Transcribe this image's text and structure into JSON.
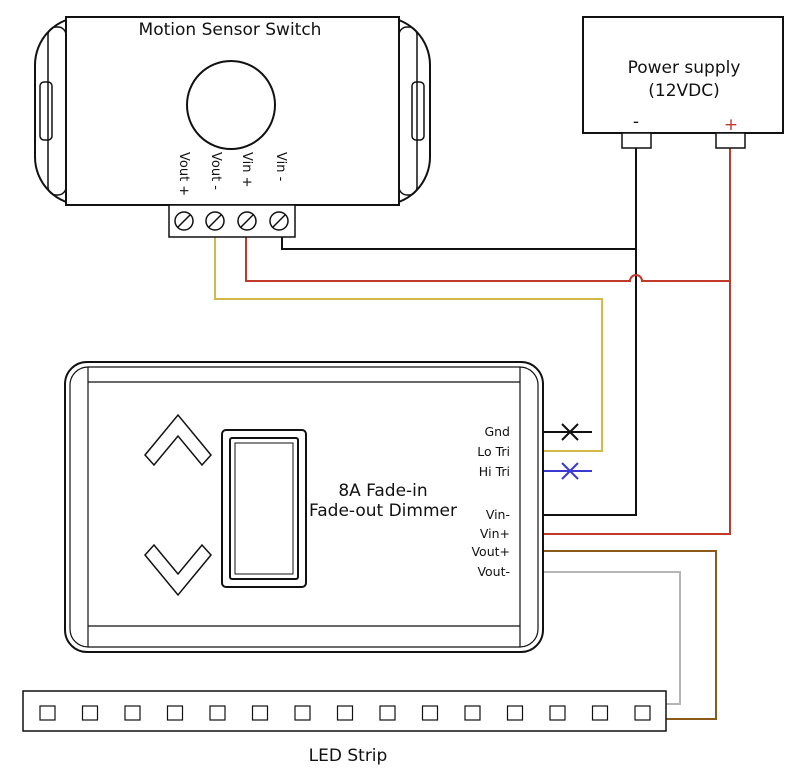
{
  "motion_sensor": {
    "title": "Motion Sensor Switch",
    "terminals": [
      "Vout +",
      "Vout -",
      "Vin +",
      "Vin -"
    ]
  },
  "power_supply": {
    "title_line1": "Power supply",
    "title_line2": "(12VDC)",
    "neg_label": "-",
    "pos_label": "+"
  },
  "dimmer": {
    "title_line1": "8A Fade-in",
    "title_line2": "Fade-out Dimmer",
    "terminals": [
      "Gnd",
      "Lo Tri",
      "Hi Tri",
      "Vin-",
      "Vin+",
      "Vout+",
      "Vout-"
    ]
  },
  "led_strip": {
    "label": "LED Strip"
  },
  "colors": {
    "wire_black": "#111111",
    "wire_red": "#c0392b",
    "wire_yellow": "#d4b84a",
    "wire_blue": "#3a3ad0",
    "wire_brown": "#8a5a1a",
    "wire_gray": "#b5b5b5"
  },
  "icons": [
    "up-arrow-icon",
    "down-arrow-icon",
    "screw-terminal-icon",
    "cross-disconnected-icon"
  ]
}
